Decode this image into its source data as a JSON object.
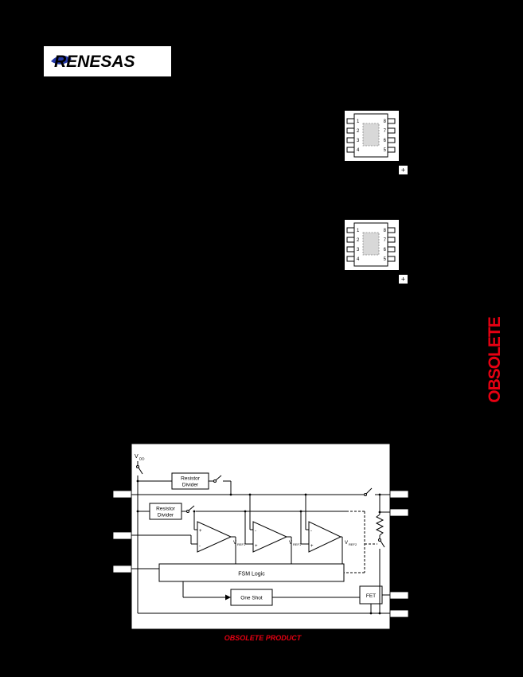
{
  "colors": {
    "background": "#000000",
    "paper": "#ffffff",
    "accent_red": "#e60012",
    "logo_blue": "#2438a8"
  },
  "logo": {
    "brand": "RENESAS"
  },
  "packages": [
    {
      "left_pins": [
        "1",
        "2",
        "3",
        "4"
      ],
      "right_pins": [
        "8",
        "7",
        "6",
        "5"
      ]
    },
    {
      "left_pins": [
        "1",
        "2",
        "3",
        "4"
      ],
      "right_pins": [
        "8",
        "7",
        "6",
        "5"
      ]
    }
  ],
  "icons": {
    "thermal_pad": "+"
  },
  "stamps": {
    "vertical": "OBSOLETE",
    "bottom_note": "OBSOLETE PRODUCT"
  },
  "diagram": {
    "vdd": {
      "main": "V",
      "sub": "DD"
    },
    "resistor_divider": {
      "line1": "Resistor",
      "line2": "Divider"
    },
    "comparators": [
      {
        "top_sign": "+",
        "bottom_sign": "-",
        "ref_main": "V",
        "ref_sub": "REF1"
      },
      {
        "top_sign": "-",
        "bottom_sign": "+",
        "ref_main": "V",
        "ref_sub": "REF1"
      },
      {
        "top_sign": "-",
        "bottom_sign": "+",
        "ref_main": "V",
        "ref_sub": "REF2"
      }
    ],
    "fsm": "FSM Logic",
    "one_shot": "One Shot",
    "fet": "FET"
  }
}
